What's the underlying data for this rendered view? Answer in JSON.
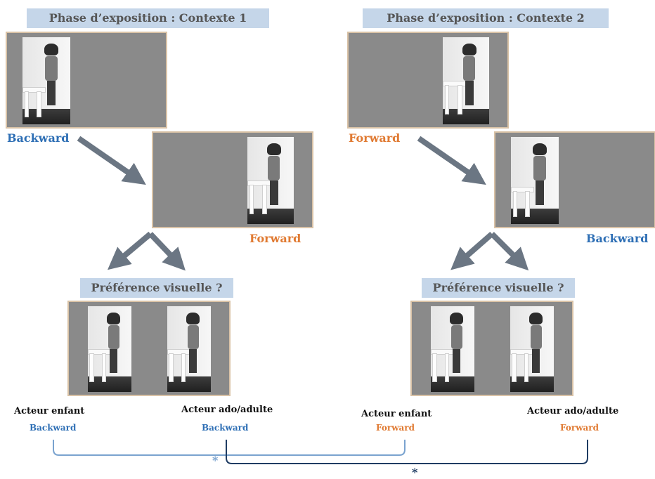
{
  "context1": {
    "title": "Phase d’exposition : Contexte 1",
    "first_label": "Backward",
    "second_label": "Forward",
    "preference_title": "Préférence visuelle ?",
    "actor_left": "Acteur enfant",
    "actor_right": "Acteur ado/adulte",
    "dir_left": "Backward",
    "dir_right": "Backward"
  },
  "context2": {
    "title": "Phase d’exposition : Contexte 2",
    "first_label": "Forward",
    "second_label": "Backward",
    "preference_title": "Préférence visuelle ?",
    "actor_left": "Acteur enfant",
    "actor_right": "Acteur ado/adulte",
    "dir_left": "Forward",
    "dir_right": "Forward"
  },
  "significance": {
    "marker1": "*",
    "marker2": "*"
  },
  "colors": {
    "backward": "#2e6fb5",
    "forward": "#e07a32",
    "arrow": "#6b7683",
    "banner": "#c5d6e9",
    "bracket_light": "#7aa3cf",
    "bracket_dark": "#1f3c63"
  }
}
